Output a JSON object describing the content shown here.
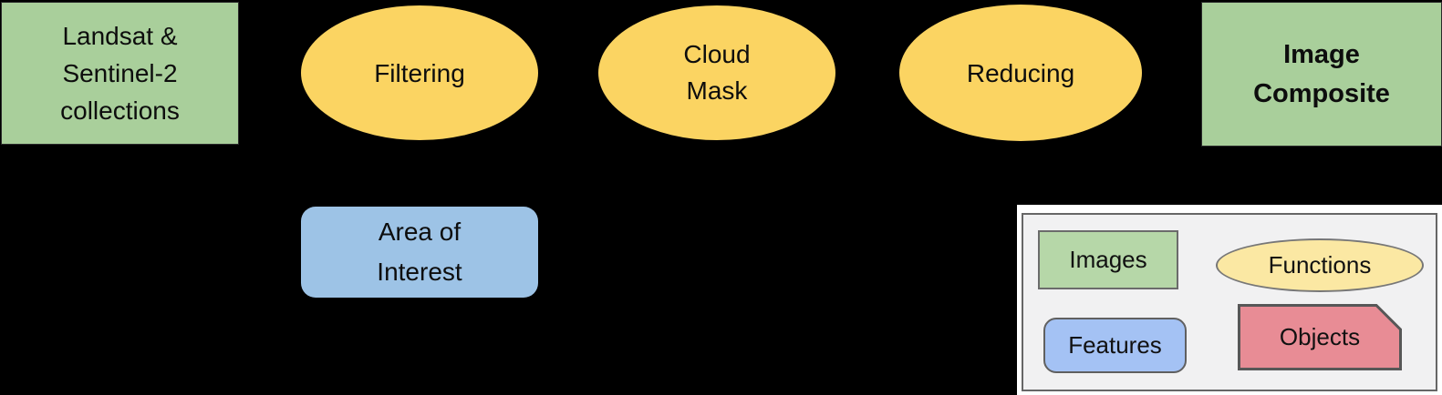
{
  "figure": {
    "background": "#000000",
    "nodes": {
      "landsat": {
        "label": "Landsat &\nSentinel-2\ncollections",
        "shape": "rectangle",
        "category": "Images",
        "fill": "#A9CF9B"
      },
      "filtering": {
        "label": "Filtering",
        "shape": "ellipse",
        "category": "Functions",
        "fill": "#FBD462"
      },
      "cloud_mask": {
        "label": "Cloud\nMask",
        "shape": "ellipse",
        "category": "Functions",
        "fill": "#FBD462"
      },
      "reducing": {
        "label": "Reducing",
        "shape": "ellipse",
        "category": "Functions",
        "fill": "#FBD462"
      },
      "image_composite": {
        "label": "Image\nComposite",
        "shape": "rectangle",
        "category": "Images",
        "fill": "#A9CF9B",
        "bold": true
      },
      "area_of_interest": {
        "label": "Area of\nInterest",
        "shape": "rounded-rectangle",
        "category": "Features",
        "fill": "#9DC3E6"
      }
    },
    "legend": {
      "background": "#F1F1F2",
      "border_color": "#666666",
      "items": [
        {
          "label": "Images",
          "shape": "rectangle",
          "fill": "#B6D7A8"
        },
        {
          "label": "Functions",
          "shape": "ellipse",
          "fill": "#FBE8A3"
        },
        {
          "label": "Features",
          "shape": "rounded-rectangle",
          "fill": "#A4C2F4"
        },
        {
          "label": "Objects",
          "shape": "snipped-corner-rectangle",
          "fill": "#E88C95"
        }
      ]
    }
  }
}
